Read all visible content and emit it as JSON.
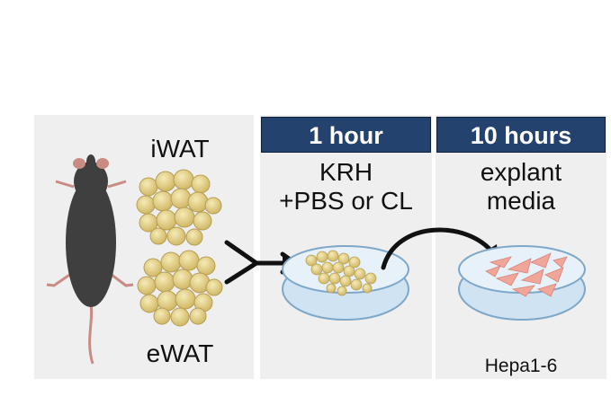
{
  "steps": [
    {
      "duration": "1 hour",
      "condition_line1": "KRH",
      "condition_line2": "+PBS or CL"
    },
    {
      "duration": "10 hours",
      "condition_line1": "explant",
      "condition_line2": "media"
    }
  ],
  "tissues": {
    "top": "iWAT",
    "bottom": "eWAT"
  },
  "cell_line": "Hepa1-6",
  "colors": {
    "header": "#23426e",
    "panel": "#efefef",
    "fat": "#e3cf7a",
    "mouse": "#3f3f40",
    "cells": "#f0a79a",
    "dish": "#cfe3f2"
  }
}
